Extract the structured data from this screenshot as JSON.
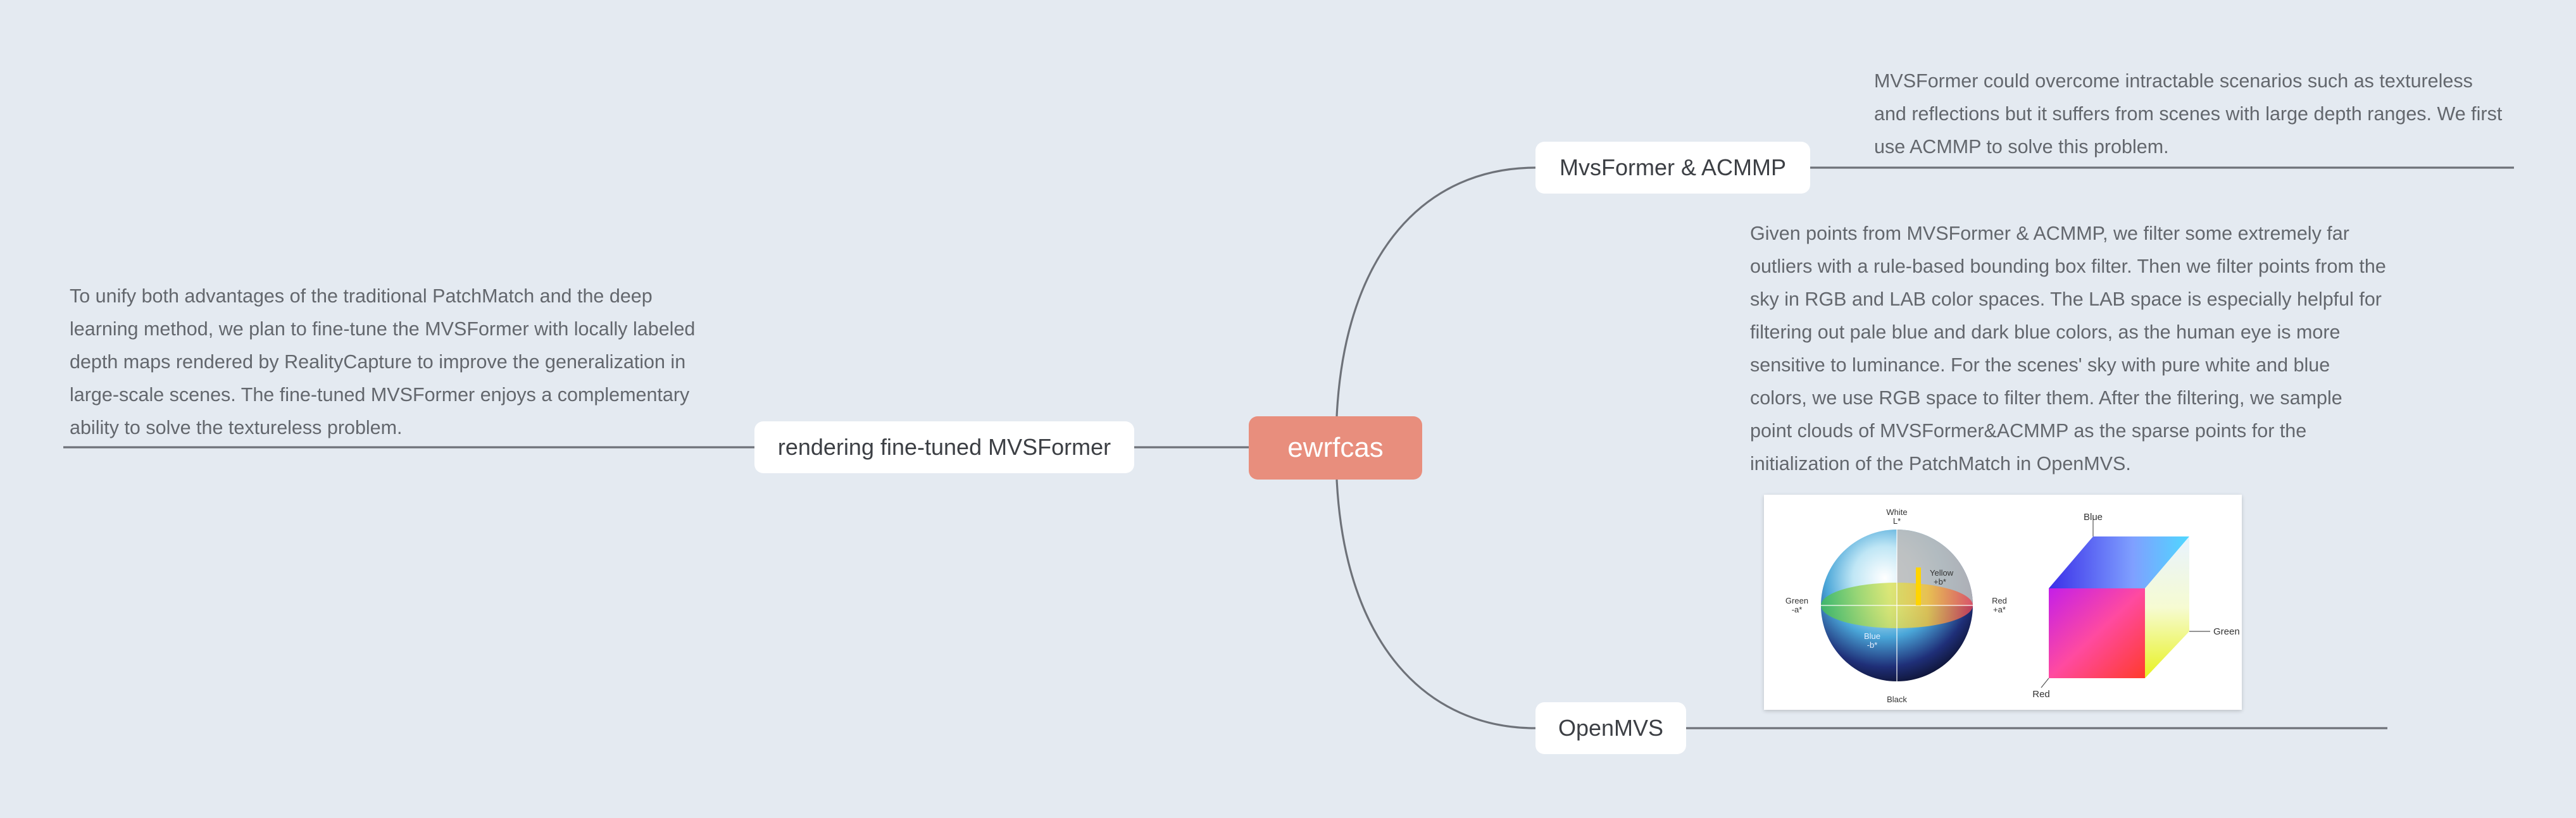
{
  "root": {
    "label": "ewrfcas"
  },
  "branches": [
    {
      "label": "MvsFormer & ACMMP",
      "note": "MVSFormer could overcome intractable scenarios such as textureless and reflections but it suffers from scenes with large depth ranges. We first use ACMMP to solve this problem."
    },
    {
      "label": "rendering fine-tuned MVSFormer",
      "note": "To unify both advantages of the traditional PatchMatch and the deep learning method, we plan to fine-tune the MVSFormer with locally labeled depth maps rendered by RealityCapture to improve the generalization in large-scale scenes. The fine-tuned MVSFormer enjoys a complementary ability to solve the textureless problem."
    },
    {
      "label": "OpenMVS",
      "note": "Given points from MVSFormer & ACMMP, we filter some extremely far outliers with a rule-based bounding box filter. Then we filter points from the sky in RGB and LAB color spaces. The LAB space is especially helpful for filtering out pale blue and dark blue colors, as the human eye is more sensitive to luminance. For the scenes' sky with pure white and blue colors, we use RGB space to filter them. After the filtering, we sample point clouds of MVSFormer&ACMMP as the sparse points for the initialization of the PatchMatch in OpenMVS."
    }
  ],
  "figure": {
    "lab_labels": {
      "white": "White",
      "l_star": "L*",
      "yellow": "Yellow",
      "plus_b": "+b*",
      "green": "Green",
      "minus_a": "-a*",
      "red": "Red",
      "plus_a": "+a*",
      "blue": "Blue",
      "minus_b": "-b*",
      "black": "Black"
    },
    "rgb_labels": {
      "blue": "Blue",
      "green": "Green",
      "red": "Red"
    }
  },
  "colors": {
    "background": "#e4eaf1",
    "root_fill": "#e88e7d",
    "topic_fill": "#ffffff",
    "connector": "#6e7279",
    "note_text": "#63676d"
  }
}
